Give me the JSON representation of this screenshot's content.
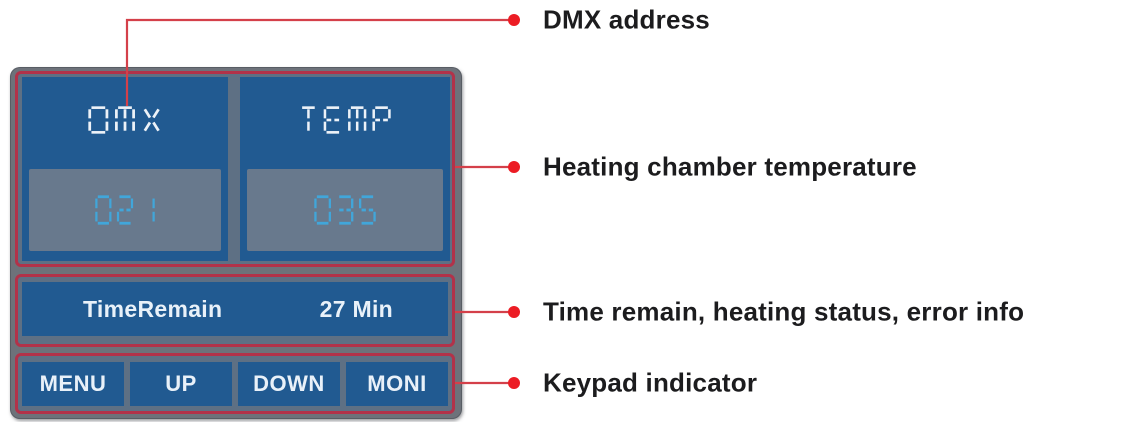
{
  "colors": {
    "panel_blue": "#215a91",
    "bezel_gray": "#6d727a",
    "inner_gray": "#5e7084",
    "value_bg": "#68798d",
    "digit_cyan": "#41a6da",
    "seg_white": "#edf2f8",
    "text_white": "#e9f1f9",
    "annotation_red": "#b23249",
    "leader_red": "#d4404a",
    "dot_red": "#ec1c24",
    "label_black": "#1c1c1e"
  },
  "display": {
    "dmx": {
      "label": "DMX",
      "value": "021"
    },
    "temp": {
      "label": "TEMP",
      "value": "035"
    },
    "status_row": {
      "label": "TimeRemain",
      "value": "27 Min"
    },
    "keypad": [
      {
        "label": "MENU"
      },
      {
        "label": "UP"
      },
      {
        "label": "DOWN"
      },
      {
        "label": "MONI"
      }
    ]
  },
  "callouts": [
    {
      "label": "DMX address"
    },
    {
      "label": "Heating chamber temperature"
    },
    {
      "label": "Time remain, heating status, error info"
    },
    {
      "label": "Keypad indicator"
    }
  ]
}
